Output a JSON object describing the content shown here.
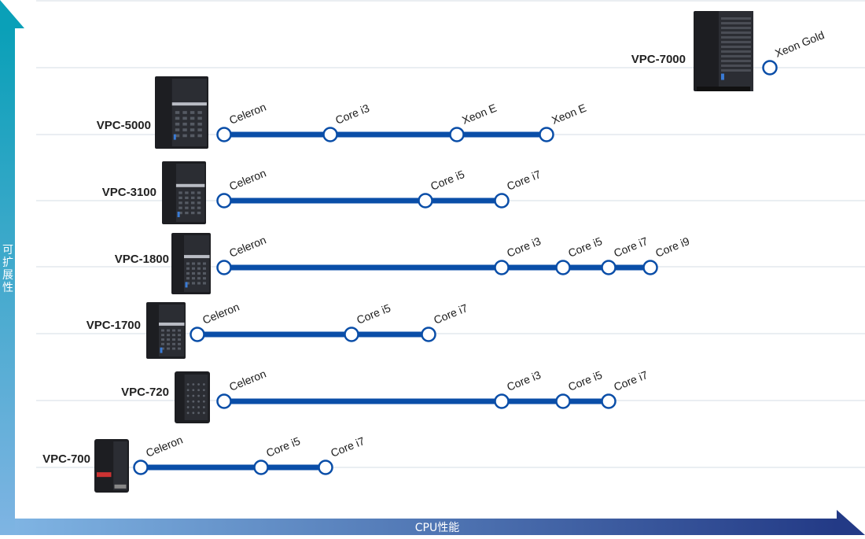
{
  "colors": {
    "track": "#0a4ea8",
    "node_stroke": "#0a4ea8",
    "axis_y_top": "#0aa0b8",
    "axis_y_bottom": "#7fb4e3",
    "axis_x_left": "#7fb4e3",
    "axis_x_right": "#233a86",
    "case_dark": "#1d1e22",
    "case_panel": "#2b2d33"
  },
  "axes": {
    "y_label": "可扩展性",
    "x_label": "CPU性能"
  },
  "products": [
    {
      "id": "vpc-7000",
      "name": "VPC-7000",
      "icon": "server-tower-icon",
      "cpus": [
        "Xeon Gold"
      ]
    },
    {
      "id": "vpc-5000",
      "name": "VPC-5000",
      "icon": "tower-pc-icon",
      "cpus": [
        "Celeron",
        "Core i3",
        "Xeon E",
        "Xeon E"
      ]
    },
    {
      "id": "vpc-3100",
      "name": "VPC-3100",
      "icon": "tower-pc-icon",
      "cpus": [
        "Celeron",
        "Core i5",
        "Core i7"
      ]
    },
    {
      "id": "vpc-1800",
      "name": "VPC-1800",
      "icon": "tower-pc-icon",
      "cpus": [
        "Celeron",
        "Core i3",
        "Core i5",
        "Core i7",
        "Core i9"
      ]
    },
    {
      "id": "vpc-1700",
      "name": "VPC-1700",
      "icon": "tower-pc-icon",
      "cpus": [
        "Celeron",
        "Core i5",
        "Core i7"
      ]
    },
    {
      "id": "vpc-720",
      "name": "VPC-720",
      "icon": "mini-pc-icon",
      "cpus": [
        "Celeron",
        "Core i3",
        "Core i5",
        "Core i7"
      ]
    },
    {
      "id": "vpc-700",
      "name": "VPC-700",
      "icon": "slim-pc-icon",
      "cpus": [
        "Celeron",
        "Core i5",
        "Core i7"
      ]
    }
  ]
}
